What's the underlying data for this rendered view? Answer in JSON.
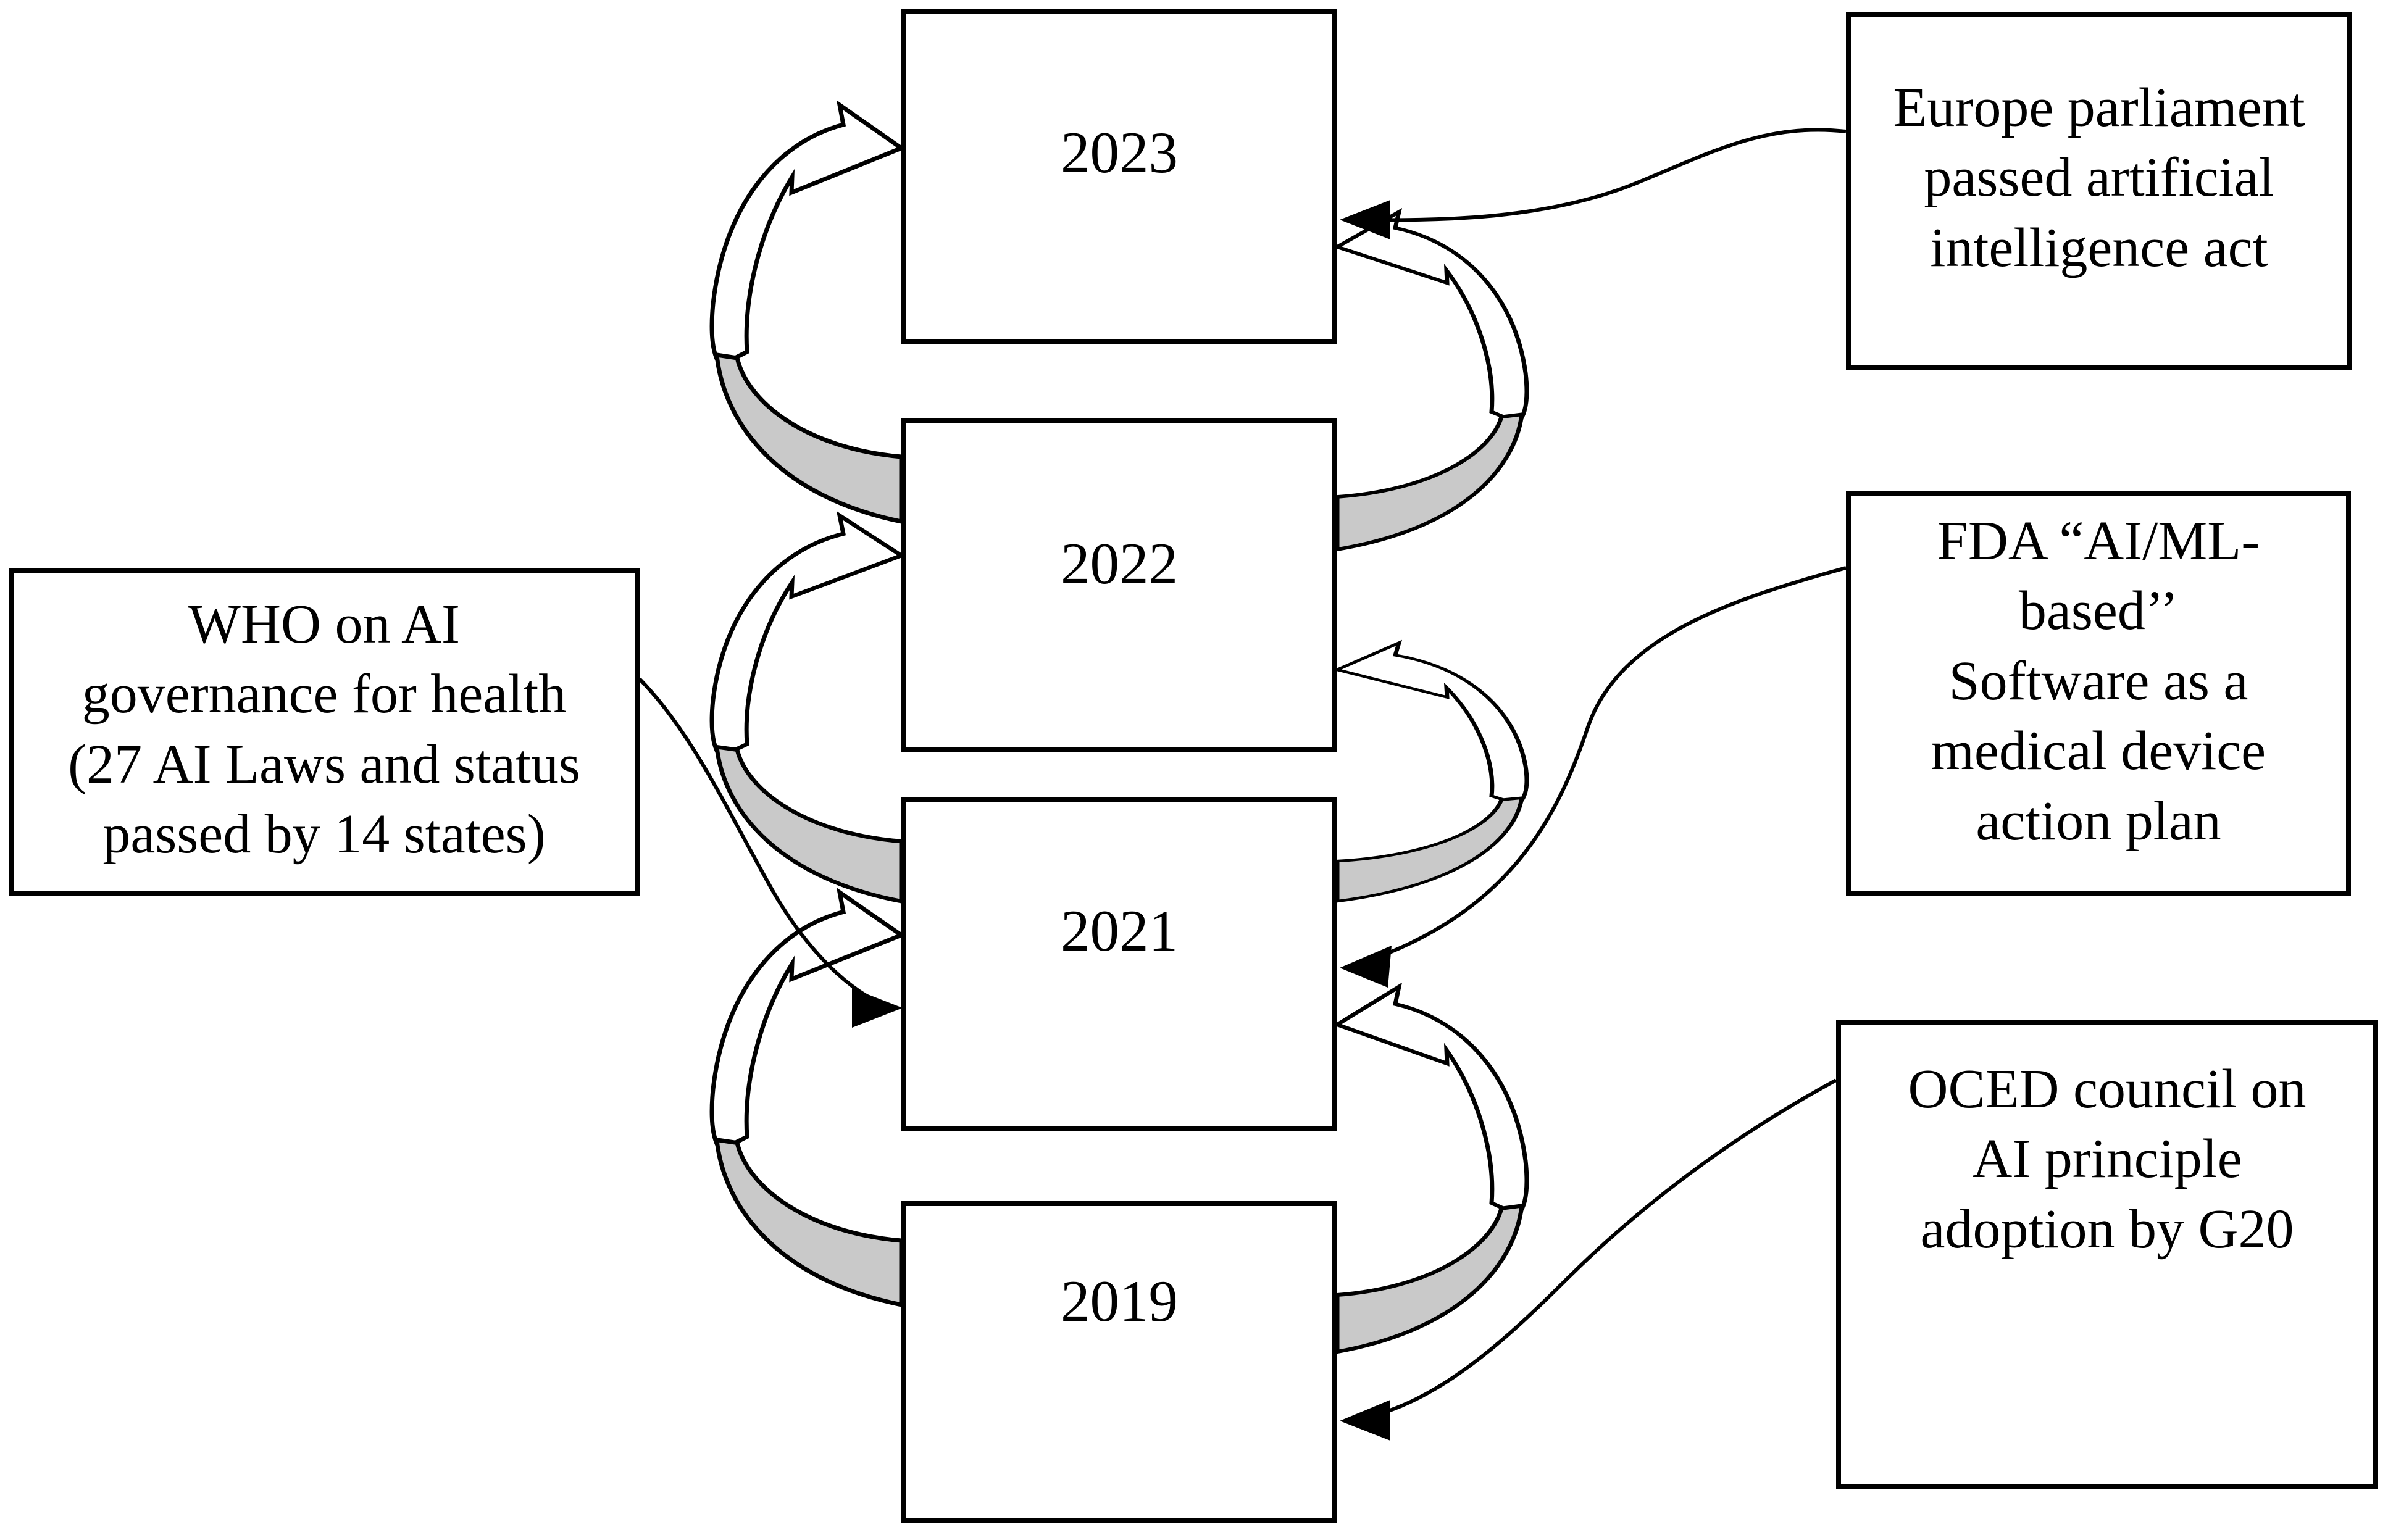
{
  "figure": {
    "background_color": "#ffffff",
    "line_color": "#000000",
    "cycle_band_fill": "#c9c9c9",
    "description": "Timeline of AI regulation milestones with cyclic arrows between years"
  },
  "timeline": {
    "years": [
      {
        "label": "2023"
      },
      {
        "label": "2022"
      },
      {
        "label": "2021"
      },
      {
        "label": "2019"
      }
    ]
  },
  "annotations": {
    "europe": {
      "lines": [
        "Europe parliament",
        "passed artificial",
        "intelligence act"
      ],
      "points_to": "2023"
    },
    "fda": {
      "lines": [
        "FDA “AI/ML-",
        "based’’",
        "Software as a",
        "medical device",
        "action plan"
      ],
      "points_to": "2021"
    },
    "oced": {
      "lines": [
        "OCED council on",
        "AI principle",
        "adoption by G20"
      ],
      "points_to": "2019"
    },
    "who": {
      "lines": [
        "WHO on AI",
        "governance for health",
        "(27 AI Laws and status",
        "passed by 14 states)"
      ],
      "points_to": "2021"
    }
  }
}
